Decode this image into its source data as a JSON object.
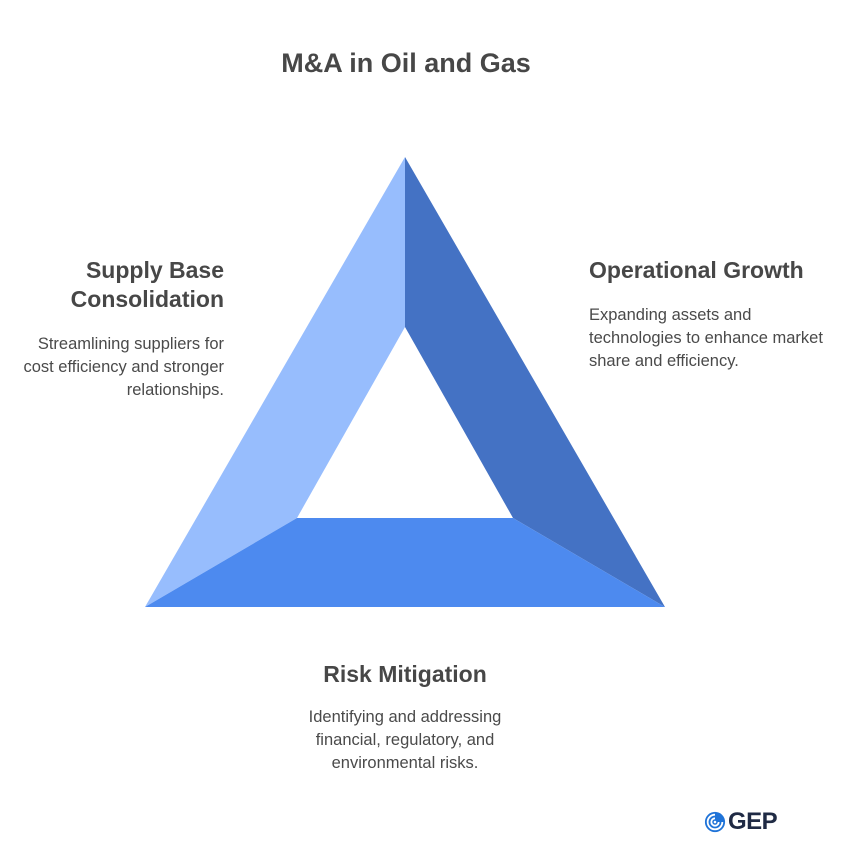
{
  "title": "M&A in Oil and Gas",
  "segments": {
    "left": {
      "heading": "Supply Base Consolidation",
      "description": "Streamlining suppliers for cost efficiency and stronger relationships.",
      "color": "#97bdfd"
    },
    "right": {
      "heading": "Operational Growth",
      "description": "Expanding assets and technologies to enhance market share and efficiency.",
      "color": "#4472c4"
    },
    "bottom": {
      "heading": "Risk Mitigation",
      "description": "Identifying and addressing financial, regulatory, and environmental risks.",
      "color": "#4d8aef"
    }
  },
  "logo": {
    "text": "GEP",
    "icon": "gep-swirl-icon",
    "color": "#1f73d8"
  }
}
